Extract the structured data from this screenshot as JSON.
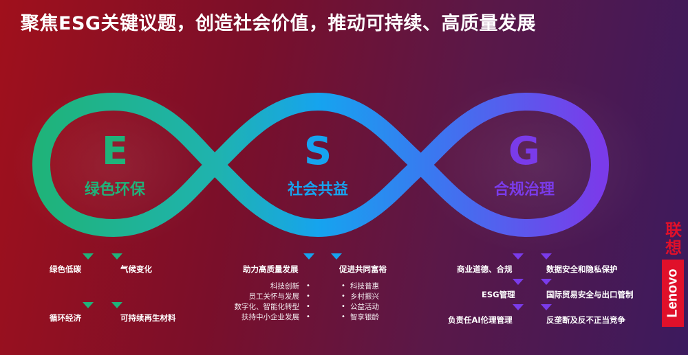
{
  "title": "聚焦ESG关键议题，创造社会价值，推动可持续、高质量发展",
  "colors": {
    "green": "#1fb37a",
    "blue": "#16a3ef",
    "purple": "#7a3bea",
    "lenovo_red": "#e0102a"
  },
  "pillars": [
    {
      "letter": "E",
      "name": "绿色环保"
    },
    {
      "letter": "S",
      "name": "社会共益"
    },
    {
      "letter": "G",
      "name": "合规治理"
    }
  ],
  "e_items": [
    "绿色低碳",
    "气候变化",
    "循环经济",
    "可持续再生材料"
  ],
  "s_items": [
    "助力高质量发展",
    "促进共同富裕"
  ],
  "s_left_subs": [
    "科技创新",
    "员工关怀与发展",
    "数字化、智能化转型",
    "扶持中小企业发展"
  ],
  "s_right_subs": [
    "科技普惠",
    "乡村振兴",
    "公益活动",
    "智享银龄"
  ],
  "g_left_items": [
    "商业道德、合规",
    "ESG管理",
    "负责任AI伦理管理"
  ],
  "g_right_items": [
    "数据安全和隐私保护",
    "国际贸易安全与出口管制",
    "反垄断及反不正当竞争"
  ],
  "logo": {
    "cn": "联想",
    "en": "Lenovo"
  }
}
